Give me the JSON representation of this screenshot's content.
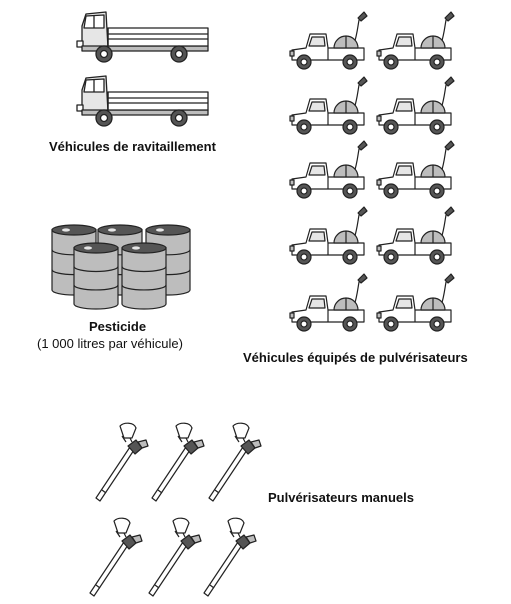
{
  "labels": {
    "supply_vehicles": "Véhicules de ravitaillement",
    "pesticide": "Pesticide",
    "pesticide_note": "(1 000 litres par véhicule)",
    "spray_vehicles": "Véhicules équipés de pulvérisateurs",
    "hand_sprayers": "Pulvérisateurs manuels"
  },
  "icons": {
    "truck": "supply-truck-icon",
    "jeep": "spray-jeep-icon",
    "barrels": "pesticide-barrels-icon",
    "hand_sprayer": "hand-sprayer-icon"
  },
  "colors": {
    "line": "#222222",
    "fill_light": "#e6e6e6",
    "fill_mid": "#bdbdbd",
    "fill_dark": "#555555"
  }
}
